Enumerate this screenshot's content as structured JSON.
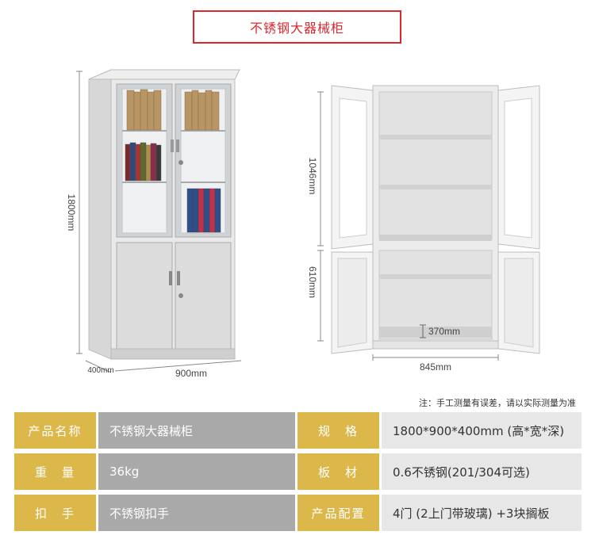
{
  "title": "不锈钢大器械柜",
  "dimensions": {
    "height": "1800mm",
    "width": "900mm",
    "depth": "400mm",
    "upper_height": "1046mm",
    "lower_height": "610mm",
    "inner_width": "845mm",
    "shelf_gap": "370mm"
  },
  "note": "注：手工测量有误差，请以实际测量为准",
  "specs": [
    {
      "label": "产品名称",
      "value": "不锈钢大器械柜",
      "label2": "规　格",
      "value2": "1800*900*400mm (高*宽*深)"
    },
    {
      "label": "重　量",
      "value": "36kg",
      "label2": "板　材",
      "value2": "0.6不锈钢(201/304可选)"
    },
    {
      "label": "扣　手",
      "value": "不锈钢扣手",
      "label2": "产品配置",
      "value2": "4门 (2上门带玻璃) +3块搁板"
    }
  ],
  "colors": {
    "accent_red": "#d8282f",
    "label_gold": "#dcb84a",
    "value_gray": "#a9a9a9",
    "value_light": "#e7e7e7"
  }
}
